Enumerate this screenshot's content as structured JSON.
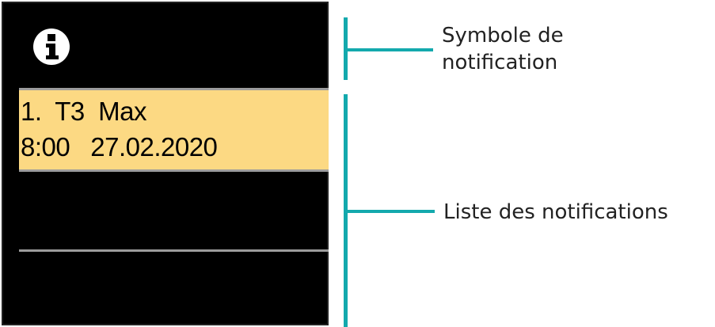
{
  "device_screen": {
    "icon": "info-icon",
    "notifications": [
      {
        "line1": "1.  T3  Max",
        "line2": "8:00   27.02.2020",
        "highlight_color": "#fcd983"
      }
    ]
  },
  "callouts": {
    "symbol_label": "Symbole de\nnotification",
    "list_label": "Liste des notifications",
    "color": "#13a9ad"
  },
  "colors": {
    "screen_background": "#000000",
    "divider": "#9c9c9c",
    "text_on_highlight": "#000000",
    "label_text": "#222222"
  }
}
